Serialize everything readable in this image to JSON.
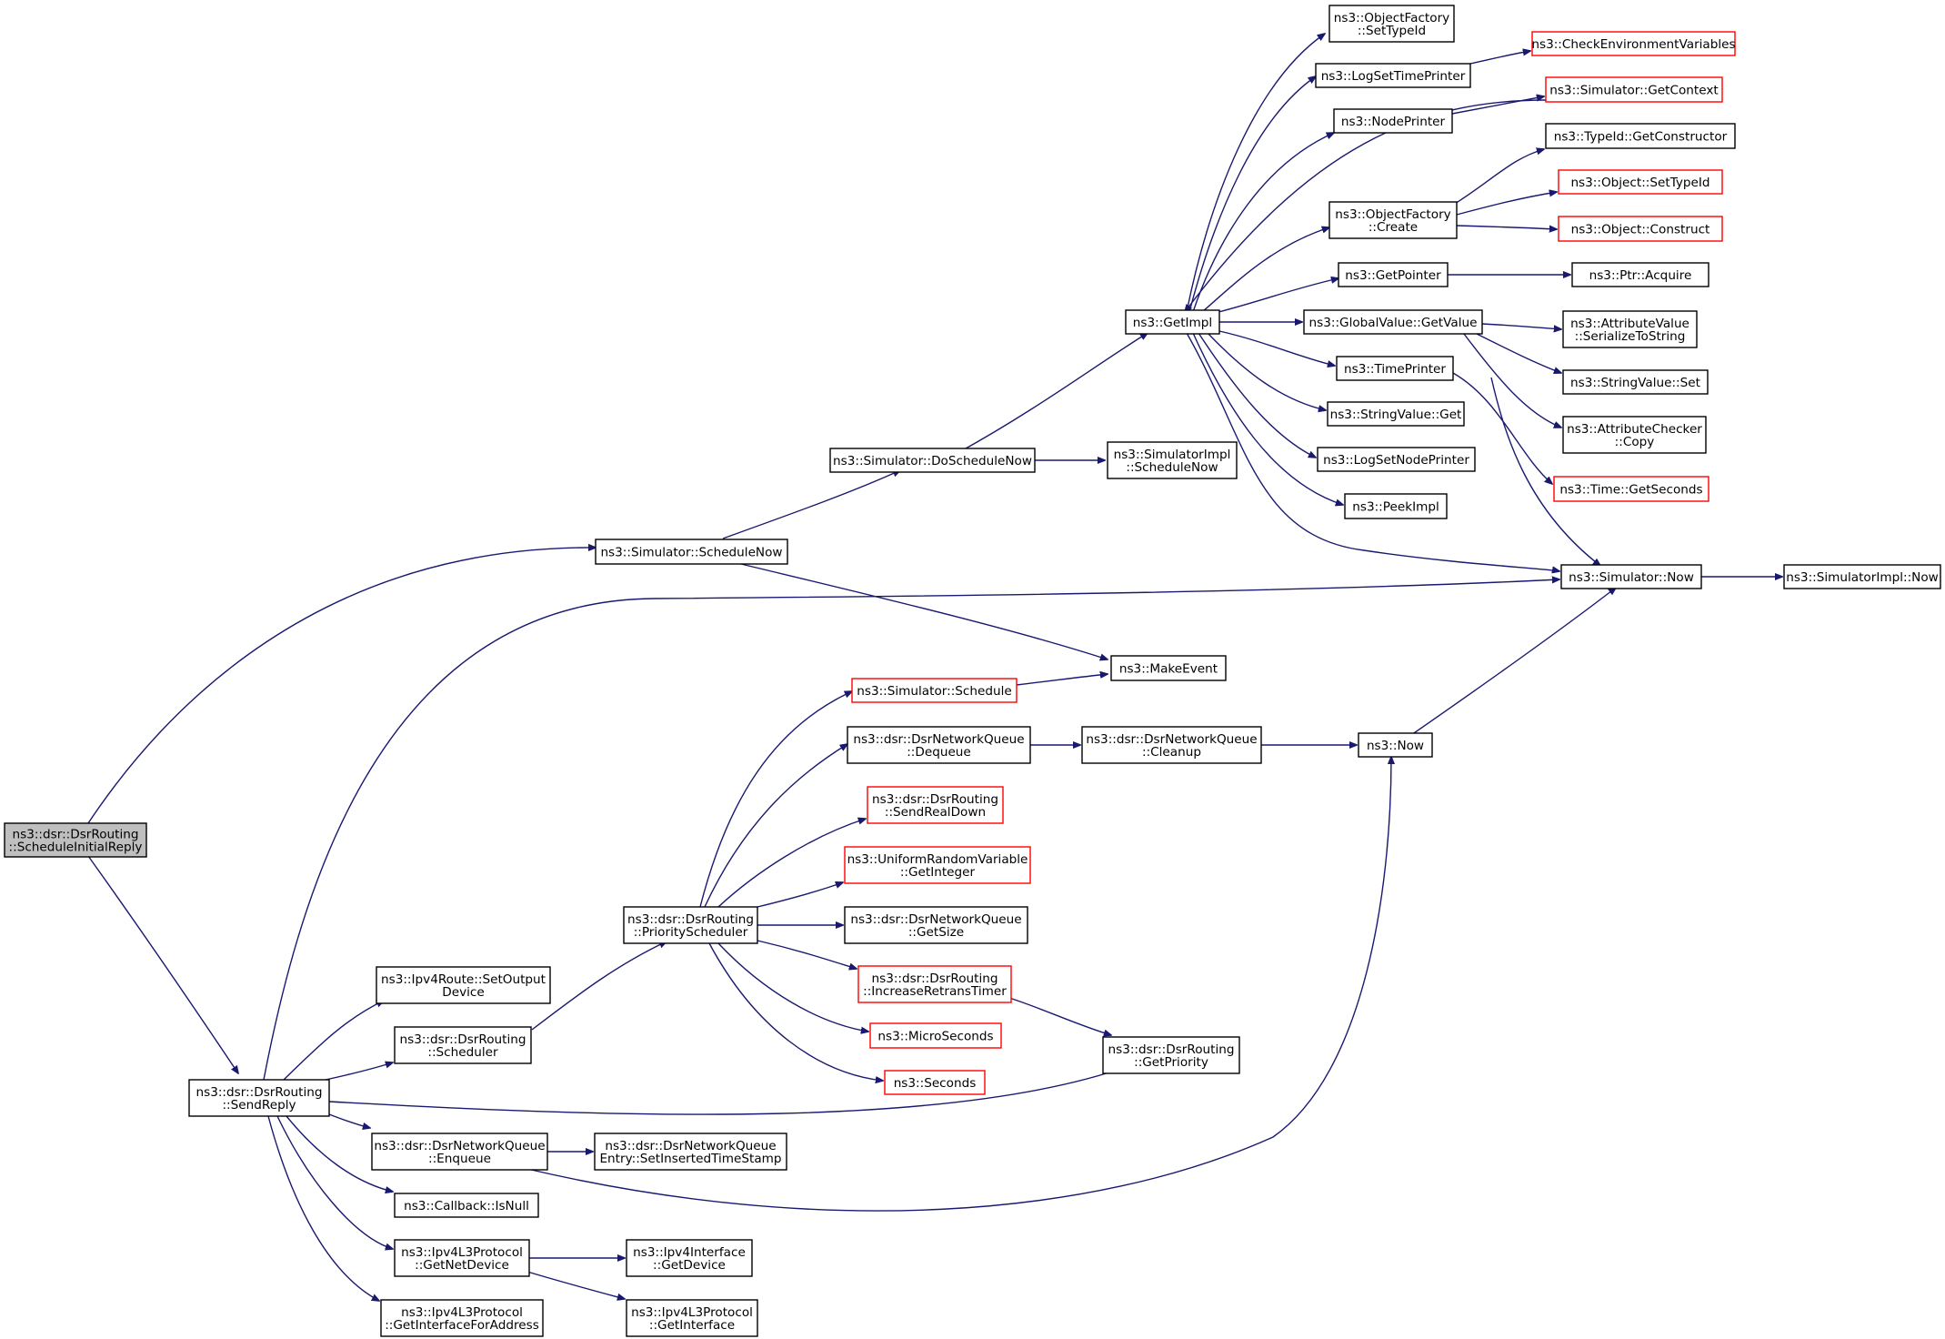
{
  "colors": {
    "edge": "#191970",
    "normal_border": "#000000",
    "truncated_border": "#ff0000",
    "root_fill": "#bfbfbf"
  },
  "nodes": {
    "n0": {
      "lines": [
        "ns3::dsr::DsrRouting",
        "::ScheduleInitialReply"
      ],
      "style": "root"
    },
    "n1": {
      "lines": [
        "ns3::Simulator::ScheduleNow"
      ],
      "style": "normal"
    },
    "n2": {
      "lines": [
        "ns3::dsr::DsrRouting",
        "::SendReply"
      ],
      "style": "normal"
    },
    "n3": {
      "lines": [
        "ns3::Simulator::DoScheduleNow"
      ],
      "style": "normal"
    },
    "n4": {
      "lines": [
        "ns3::MakeEvent"
      ],
      "style": "normal"
    },
    "n5": {
      "lines": [
        "ns3::GetImpl"
      ],
      "style": "normal"
    },
    "n6": {
      "lines": [
        "ns3::SimulatorImpl",
        "::ScheduleNow"
      ],
      "style": "normal"
    },
    "n7": {
      "lines": [
        "ns3::ObjectFactory",
        "::SetTypeId"
      ],
      "style": "normal"
    },
    "n8": {
      "lines": [
        "ns3::LogSetTimePrinter"
      ],
      "style": "normal"
    },
    "n9": {
      "lines": [
        "ns3::CheckEnvironmentVariables"
      ],
      "style": "red"
    },
    "n10": {
      "lines": [
        "ns3::NodePrinter"
      ],
      "style": "normal"
    },
    "n11": {
      "lines": [
        "ns3::Simulator::GetContext"
      ],
      "style": "red"
    },
    "n12": {
      "lines": [
        "ns3::ObjectFactory",
        "::Create"
      ],
      "style": "normal"
    },
    "n13": {
      "lines": [
        "ns3::TypeId::GetConstructor"
      ],
      "style": "normal"
    },
    "n14": {
      "lines": [
        "ns3::Object::SetTypeId"
      ],
      "style": "red"
    },
    "n15": {
      "lines": [
        "ns3::Object::Construct"
      ],
      "style": "red"
    },
    "n16": {
      "lines": [
        "ns3::GetPointer"
      ],
      "style": "normal"
    },
    "n17": {
      "lines": [
        "ns3::Ptr::Acquire"
      ],
      "style": "normal"
    },
    "n18": {
      "lines": [
        "ns3::GlobalValue::GetValue"
      ],
      "style": "normal"
    },
    "n19": {
      "lines": [
        "ns3::AttributeValue",
        "::SerializeToString"
      ],
      "style": "normal"
    },
    "n20": {
      "lines": [
        "ns3::StringValue::Set"
      ],
      "style": "normal"
    },
    "n21": {
      "lines": [
        "ns3::AttributeChecker",
        "::Copy"
      ],
      "style": "normal"
    },
    "n22": {
      "lines": [
        "ns3::TimePrinter"
      ],
      "style": "normal"
    },
    "n23": {
      "lines": [
        "ns3::Time::GetSeconds"
      ],
      "style": "red"
    },
    "n24": {
      "lines": [
        "ns3::Simulator::Now"
      ],
      "style": "normal"
    },
    "n25": {
      "lines": [
        "ns3::StringValue::Get"
      ],
      "style": "normal"
    },
    "n26": {
      "lines": [
        "ns3::LogSetNodePrinter"
      ],
      "style": "normal"
    },
    "n27": {
      "lines": [
        "ns3::PeekImpl"
      ],
      "style": "normal"
    },
    "n28": {
      "lines": [
        "ns3::SimulatorImpl::Now"
      ],
      "style": "normal"
    },
    "n29": {
      "lines": [
        "ns3::Ipv4Route::SetOutput",
        "Device"
      ],
      "style": "normal"
    },
    "n30": {
      "lines": [
        "ns3::dsr::DsrRouting",
        "::Scheduler"
      ],
      "style": "normal"
    },
    "n31": {
      "lines": [
        "ns3::dsr::DsrRouting",
        "::PriorityScheduler"
      ],
      "style": "normal"
    },
    "n32": {
      "lines": [
        "ns3::Simulator::Schedule"
      ],
      "style": "red"
    },
    "n33": {
      "lines": [
        "ns3::dsr::DsrNetworkQueue",
        "::Dequeue"
      ],
      "style": "normal"
    },
    "n34": {
      "lines": [
        "ns3::dsr::DsrNetworkQueue",
        "::Cleanup"
      ],
      "style": "normal"
    },
    "n35": {
      "lines": [
        "ns3::Now"
      ],
      "style": "normal"
    },
    "n36": {
      "lines": [
        "ns3::dsr::DsrRouting",
        "::SendRealDown"
      ],
      "style": "red"
    },
    "n37": {
      "lines": [
        "ns3::UniformRandomVariable",
        "::GetInteger"
      ],
      "style": "red"
    },
    "n38": {
      "lines": [
        "ns3::dsr::DsrNetworkQueue",
        "::GetSize"
      ],
      "style": "normal"
    },
    "n39": {
      "lines": [
        "ns3::dsr::DsrRouting",
        "::IncreaseRetransTimer"
      ],
      "style": "red"
    },
    "n40": {
      "lines": [
        "ns3::MicroSeconds"
      ],
      "style": "red"
    },
    "n41": {
      "lines": [
        "ns3::Seconds"
      ],
      "style": "red"
    },
    "n42": {
      "lines": [
        "ns3::dsr::DsrRouting",
        "::GetPriority"
      ],
      "style": "normal"
    },
    "n43": {
      "lines": [
        "ns3::dsr::DsrNetworkQueue",
        "::Enqueue"
      ],
      "style": "normal"
    },
    "n44": {
      "lines": [
        "ns3::dsr::DsrNetworkQueue",
        "Entry::SetInsertedTimeStamp"
      ],
      "style": "normal"
    },
    "n45": {
      "lines": [
        "ns3::Callback::IsNull"
      ],
      "style": "normal"
    },
    "n46": {
      "lines": [
        "ns3::Ipv4L3Protocol",
        "::GetNetDevice"
      ],
      "style": "normal"
    },
    "n47": {
      "lines": [
        "ns3::Ipv4Interface",
        "::GetDevice"
      ],
      "style": "normal"
    },
    "n48": {
      "lines": [
        "ns3::Ipv4L3Protocol",
        "::GetInterface"
      ],
      "style": "normal"
    },
    "n49": {
      "lines": [
        "ns3::Ipv4L3Protocol",
        "::GetInterfaceForAddress"
      ],
      "style": "normal"
    }
  },
  "edges": [
    [
      "n0",
      "n1"
    ],
    [
      "n0",
      "n2"
    ],
    [
      "n1",
      "n3"
    ],
    [
      "n1",
      "n4"
    ],
    [
      "n3",
      "n5"
    ],
    [
      "n3",
      "n6"
    ],
    [
      "n5",
      "n7"
    ],
    [
      "n5",
      "n8"
    ],
    [
      "n5",
      "n10"
    ],
    [
      "n5",
      "n12"
    ],
    [
      "n5",
      "n16"
    ],
    [
      "n5",
      "n18"
    ],
    [
      "n5",
      "n22"
    ],
    [
      "n5",
      "n25"
    ],
    [
      "n5",
      "n26"
    ],
    [
      "n5",
      "n27"
    ],
    [
      "n5",
      "n24"
    ],
    [
      "n8",
      "n9"
    ],
    [
      "n10",
      "n11"
    ],
    [
      "n11",
      "n5"
    ],
    [
      "n12",
      "n13"
    ],
    [
      "n12",
      "n14"
    ],
    [
      "n12",
      "n15"
    ],
    [
      "n16",
      "n17"
    ],
    [
      "n18",
      "n19"
    ],
    [
      "n18",
      "n20"
    ],
    [
      "n18",
      "n21"
    ],
    [
      "n22",
      "n23"
    ],
    [
      "n22",
      "n24"
    ],
    [
      "n24",
      "n28"
    ],
    [
      "n2",
      "n24"
    ],
    [
      "n2",
      "n29"
    ],
    [
      "n2",
      "n30"
    ],
    [
      "n2",
      "n42"
    ],
    [
      "n2",
      "n43"
    ],
    [
      "n2",
      "n45"
    ],
    [
      "n2",
      "n46"
    ],
    [
      "n2",
      "n49"
    ],
    [
      "n30",
      "n31"
    ],
    [
      "n31",
      "n32"
    ],
    [
      "n31",
      "n33"
    ],
    [
      "n31",
      "n36"
    ],
    [
      "n31",
      "n37"
    ],
    [
      "n31",
      "n38"
    ],
    [
      "n31",
      "n39"
    ],
    [
      "n31",
      "n40"
    ],
    [
      "n31",
      "n41"
    ],
    [
      "n32",
      "n4"
    ],
    [
      "n33",
      "n34"
    ],
    [
      "n34",
      "n35"
    ],
    [
      "n35",
      "n24"
    ],
    [
      "n39",
      "n42"
    ],
    [
      "n43",
      "n44"
    ],
    [
      "n43",
      "n35"
    ],
    [
      "n46",
      "n47"
    ],
    [
      "n46",
      "n48"
    ]
  ]
}
